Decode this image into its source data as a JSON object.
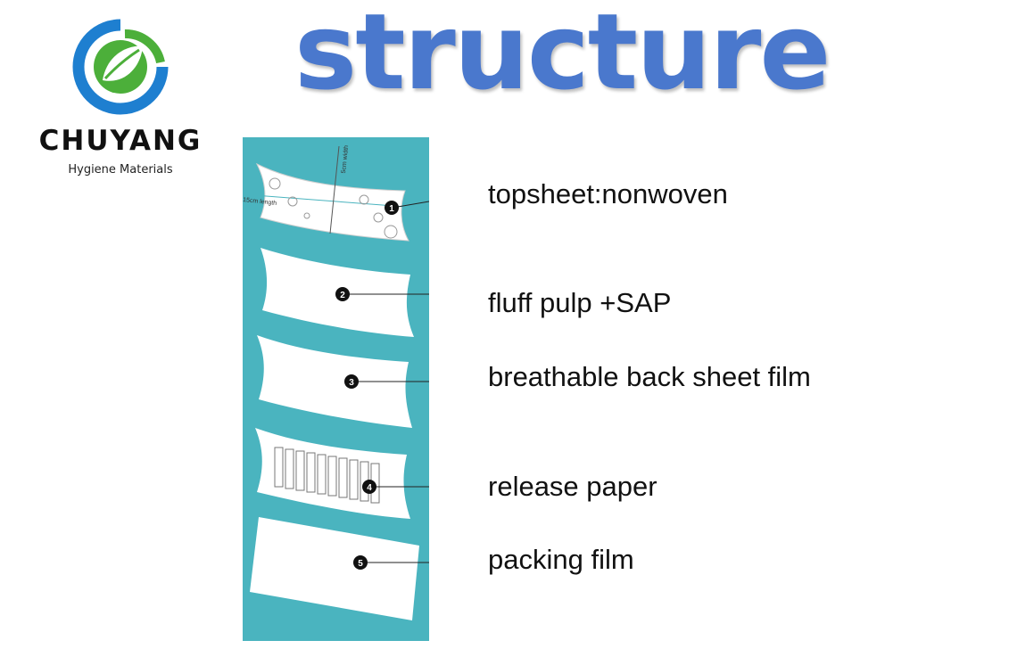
{
  "brand": {
    "name": "CHUYANG",
    "tagline": "Hygiene Materials",
    "colors": {
      "blue": "#1e7fd0",
      "green": "#4caf3a"
    }
  },
  "title": "structure",
  "diagram": {
    "background": "#4ab4bf",
    "dimension_width": "5cm width",
    "dimension_length": "15cm length",
    "markers": [
      "1",
      "2",
      "3",
      "4",
      "5"
    ]
  },
  "layers": [
    {
      "label": "topsheet:nonwoven"
    },
    {
      "label": "fluff pulp +SAP"
    },
    {
      "label": "breathable back sheet film"
    },
    {
      "label": "release paper"
    },
    {
      "label": "packing film"
    }
  ]
}
